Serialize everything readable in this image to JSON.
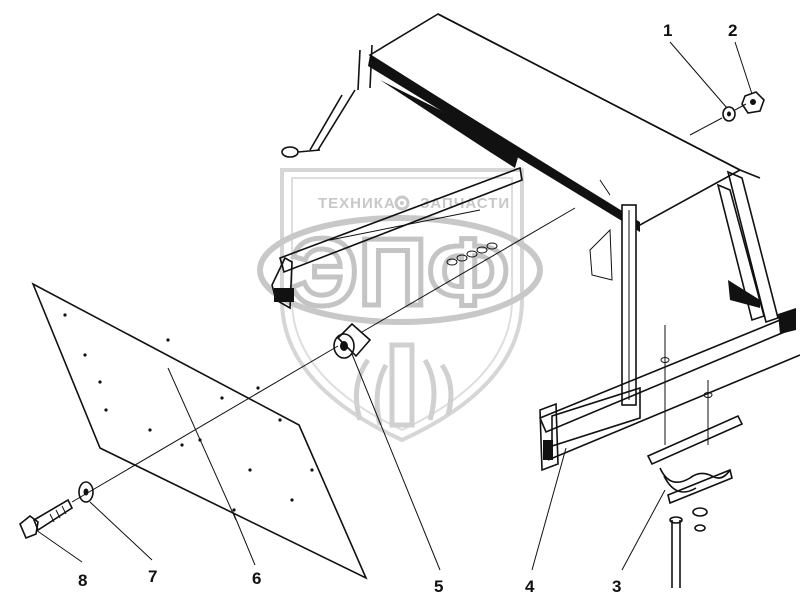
{
  "watermark": {
    "brand_text_left": "ТЕХНИКА",
    "brand_text_right": "ЗАПЧАСТИ",
    "logo_letters": "ЭПФ"
  },
  "callouts": [
    {
      "label": "1"
    },
    {
      "label": "2"
    },
    {
      "label": "3"
    },
    {
      "label": "4"
    },
    {
      "label": "5"
    },
    {
      "label": "6"
    },
    {
      "label": "7"
    },
    {
      "label": "8"
    }
  ]
}
